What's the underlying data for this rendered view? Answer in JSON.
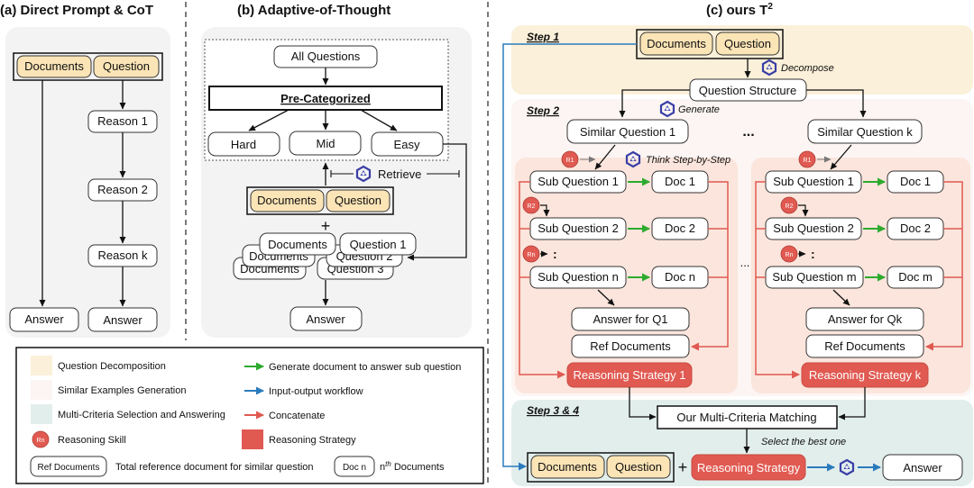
{
  "titles": {
    "a": "(a) Direct Prompt & CoT",
    "b": "(b) Adaptive-of-Thought",
    "c": "(c) ours T",
    "c_sup": "2"
  },
  "panel_a": {
    "documents": "Documents",
    "question": "Question",
    "reason_1": "Reason 1",
    "reason_2": "Reason 2",
    "reason_k": "Reason k",
    "answer_left": "Answer",
    "answer_right": "Answer"
  },
  "panel_b": {
    "all_questions": "All Questions",
    "pre_categorized": "Pre-Categorized",
    "hard": "Hard",
    "mid": "Mid",
    "easy": "Easy",
    "retrieve": "Retrieve",
    "documents": "Documents",
    "question": "Question",
    "plus": "+",
    "stack_documents": "Documents",
    "stack_question_1": "Question 1",
    "stack_docs_back1": "Documents",
    "stack_docs_back2": "Documents",
    "stack_q_back1": "Question 2",
    "stack_q_back2": "Question 3",
    "answer": "Answer"
  },
  "panel_c": {
    "step1": "Step 1",
    "step2": "Step 2",
    "step34": "Step 3 & 4",
    "documents": "Documents",
    "question": "Question",
    "decompose": "Decompose",
    "question_structure": "Question Structure",
    "generate": "Generate",
    "similar_question_1": "Similar Question 1",
    "similar_question_k": "Similar Question k",
    "ellipsis_top": "...",
    "ellipsis_mid": "...",
    "think": "Think Step-by-Step",
    "left": {
      "sub1": "Sub Question 1",
      "doc1": "Doc 1",
      "sub2": "Sub Question 2",
      "doc2": "Doc 2",
      "subn": "Sub Question n",
      "docn": "Doc n",
      "answer": "Answer for Q1",
      "ref": "Ref Documents",
      "strategy": "Reasoning Strategy 1"
    },
    "right": {
      "sub1": "Sub Question 1",
      "doc1": "Doc 1",
      "sub2": "Sub Question 2",
      "doc2": "Doc 2",
      "subn": "Sub Question m",
      "docn": "Doc m",
      "answer": "Answer for Qk",
      "ref": "Ref Documents",
      "strategy": "Reasoning Strategy k"
    },
    "r1": "R1",
    "r2": "R2",
    "rn": "Rn",
    "vdots": ":",
    "matching": "Our Multi-Criteria Matching",
    "select_best": "Select the best one",
    "bottom_documents": "Documents",
    "bottom_question": "Question",
    "bottom_plus": "+",
    "bottom_strategy": "Reasoning Strategy",
    "bottom_answer": "Answer"
  },
  "legend": {
    "question_decomposition": "Question Decomposition",
    "similar_examples": "Similar Examples Generation",
    "multi_criteria": "Multi-Criteria Selection and Answering",
    "reasoning_skill": "Reasoning Skill",
    "rn": "Rn",
    "ref_documents_box": "Ref Documents",
    "ref_documents_text": "Total reference document for similar question",
    "generate_doc": "Generate document to answer sub question",
    "io_workflow": "Input-output workflow",
    "concatenate": "Concatenate",
    "reasoning_strategy": "Reasoning Strategy",
    "doc_n_box": "Doc n",
    "nth_n": "n",
    "nth_sup": "th",
    "nth_documents": " Documents"
  },
  "colors": {
    "step1_bg": "#fbf0d9",
    "step2_bg": "#fcf5f3",
    "step3_bg": "#e2eeec",
    "inner_bg": "#fbe5dc",
    "doc_fill": "#fbe4b6",
    "red": "#e05a52",
    "green": "#2eaa2e",
    "blue": "#2b7bbd",
    "gray_bg": "#f3f3f3",
    "logo": "#3a3fa6"
  }
}
